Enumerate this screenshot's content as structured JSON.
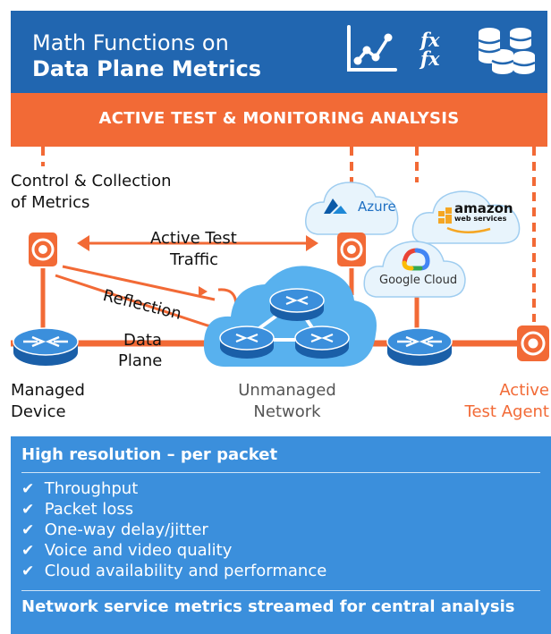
{
  "header": {
    "title_line1": "Math Functions on",
    "title_line2": "Data Plane Metrics",
    "icons": [
      "line-chart-icon",
      "fx-formula-icon",
      "database-stack-icon"
    ],
    "fx_label_1": "fx",
    "fx_label_2": "fx"
  },
  "banner": {
    "label": "ACTIVE TEST & MONITORING ANALYSIS"
  },
  "diagram": {
    "control_label_line1": "Control & Collection",
    "control_label_line2": "of Metrics",
    "active_test_line1": "Active Test",
    "active_test_line2": "Traffic",
    "reflection": "Reflection",
    "data_plane_line1": "Data",
    "data_plane_line2": "Plane",
    "managed_line1": "Managed",
    "managed_line2": "Device",
    "unmanaged_line1": "Unmanaged",
    "unmanaged_line2": "Network",
    "agent_line1": "Active",
    "agent_line2": "Test Agent",
    "clouds": {
      "azure": "Azure",
      "amazon": "amazon",
      "amazon_sub": "web services",
      "google": "Google Cloud"
    }
  },
  "panel": {
    "heading": "High resolution – per packet",
    "items": [
      "Throughput",
      "Packet loss",
      "One-way delay/jitter",
      "Voice and video quality",
      "Cloud availability and performance"
    ],
    "footer": "Network service metrics streamed for central analysis"
  },
  "colors": {
    "header_blue": "#2166b0",
    "orange": "#f26a36",
    "panel_blue": "#3b8fdc",
    "router_blue": "#2c7fd0",
    "cloud_blue": "#58b1ee"
  }
}
